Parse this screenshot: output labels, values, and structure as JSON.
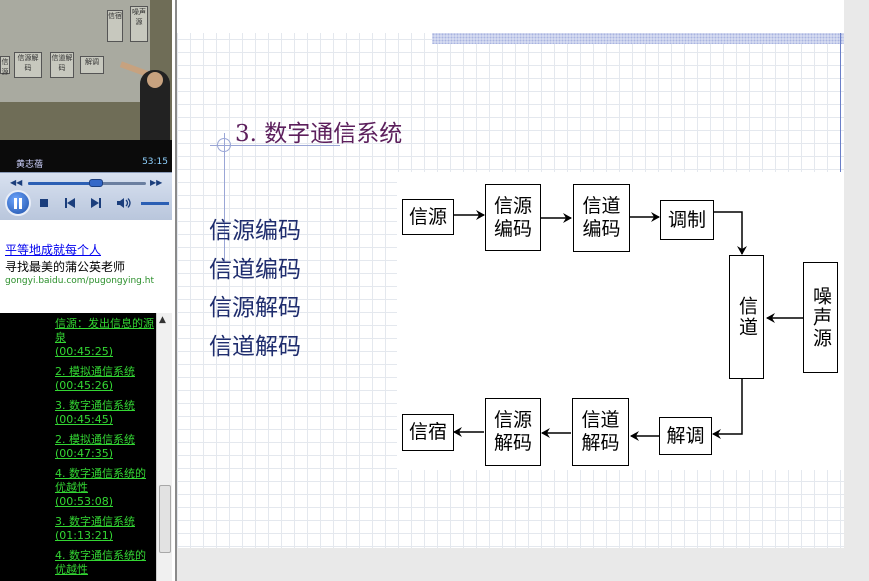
{
  "player": {
    "speaker": "黄志蓓",
    "duration": "53:15",
    "progress_fraction": 0.58,
    "video_box_labels": [
      "信宿",
      "信源解码",
      "信道解码",
      "解调",
      "噪声源",
      "信源"
    ]
  },
  "ads": {
    "headline": "平等地成就每个人",
    "subtitle": "寻找最美的蒲公英老师",
    "url": "gongyi.baidu.com/pugongying.ht"
  },
  "chapters": [
    {
      "title": "信源：发出信息的源泉",
      "time": "(00:45:25)"
    },
    {
      "title": "2. 模拟通信系统",
      "time": "(00:45:26)"
    },
    {
      "title": "3. 数字通信系统",
      "time": "(00:45:45)"
    },
    {
      "title": "2. 模拟通信系统",
      "time": "(00:47:35)"
    },
    {
      "title": "4. 数字通信系统的优越性",
      "time": "(00:53:08)"
    },
    {
      "title": "3. 数字通信系统",
      "time": "(01:13:21)"
    },
    {
      "title": "4. 数字通信系统的优越性",
      "time": ""
    }
  ],
  "slide": {
    "title": "3. 数字通信系统",
    "terms": [
      "信源编码",
      "信道编码",
      "信源解码",
      "信道解码"
    ],
    "diagram": {
      "source": "信源",
      "source_encoder": "信源编码",
      "channel_encoder": "信道编码",
      "modulator": "调制",
      "channel": "信道",
      "noise": "噪声源",
      "demodulator": "解调",
      "channel_decoder": "信道解码",
      "source_decoder": "信源解码",
      "sink": "信宿"
    }
  }
}
